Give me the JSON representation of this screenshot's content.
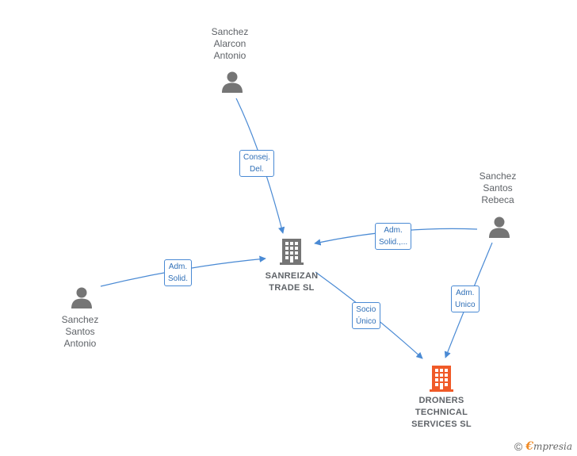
{
  "colors": {
    "edge": "#4a8ad4",
    "person_icon": "#757575",
    "company_icon": "#757575",
    "target_company_icon": "#f05a28",
    "label_text": "#5f6368",
    "edge_label_text": "#2f6fb7"
  },
  "nodes": {
    "person_alarcon": {
      "label": "Sanchez\nAlarcon\nAntonio",
      "icon": "person-icon"
    },
    "person_rebeca": {
      "label": "Sanchez\nSantos\nRebeca",
      "icon": "person-icon"
    },
    "person_antonio": {
      "label": "Sanchez\nSantos\nAntonio",
      "icon": "person-icon"
    },
    "company_sanreizan": {
      "label": "SANREIZAN\nTRADE SL",
      "icon": "building-icon"
    },
    "company_droners": {
      "label": "DRONERS\nTECHNICAL\nSERVICES SL",
      "icon": "building-icon"
    }
  },
  "edges": {
    "alarcon_sanreizan": {
      "label": "Consej.\nDel."
    },
    "rebeca_sanreizan": {
      "label": "Adm.\nSolid.,..."
    },
    "antonio_sanreizan": {
      "label": "Adm.\nSolid."
    },
    "sanreizan_droners": {
      "label": "Socio\nÚnico"
    },
    "rebeca_droners": {
      "label": "Adm.\nUnico"
    }
  },
  "footer": {
    "copyright_symbol": "©",
    "brand_initial": "€",
    "brand_rest": "mpresia"
  }
}
